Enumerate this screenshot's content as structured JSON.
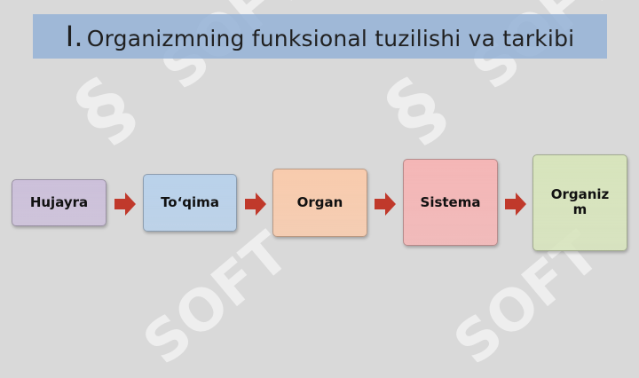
{
  "title": {
    "numeral": "I.",
    "text": "Organizmning funksional tuzilishi va tarkibi"
  },
  "watermark": {
    "text": "SOFT"
  },
  "flow": {
    "nodes": [
      {
        "label": "Hujayra",
        "color": "#ccc0da"
      },
      {
        "label": "To‘qima",
        "color": "#b9d1ea"
      },
      {
        "label": "Organ",
        "color": "#f8cbad"
      },
      {
        "label": "Sistema",
        "color": "#f4b6b6"
      },
      {
        "label": "Organiz\nm",
        "color": "#d7e4bc"
      }
    ],
    "arrow_color": "#c0392b"
  }
}
